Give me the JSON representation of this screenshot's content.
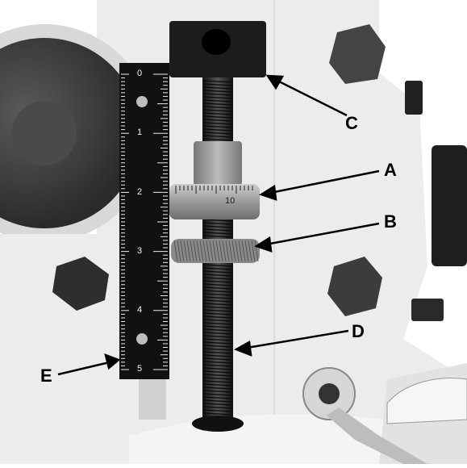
{
  "photo": {
    "callouts": [
      {
        "id": "A",
        "label": "A"
      },
      {
        "id": "B",
        "label": "B"
      },
      {
        "id": "C",
        "label": "C"
      },
      {
        "id": "D",
        "label": "D"
      },
      {
        "id": "E",
        "label": "E"
      }
    ],
    "scale_labels": [
      "0",
      "1",
      "2",
      "3",
      "4",
      "5"
    ],
    "dial_label": "10",
    "colors": {
      "background": "#ffffff",
      "casting": "#ececec",
      "metal_dark": "#3a3a3a",
      "scale_black": "#111111",
      "callout_text": "#000000"
    }
  }
}
